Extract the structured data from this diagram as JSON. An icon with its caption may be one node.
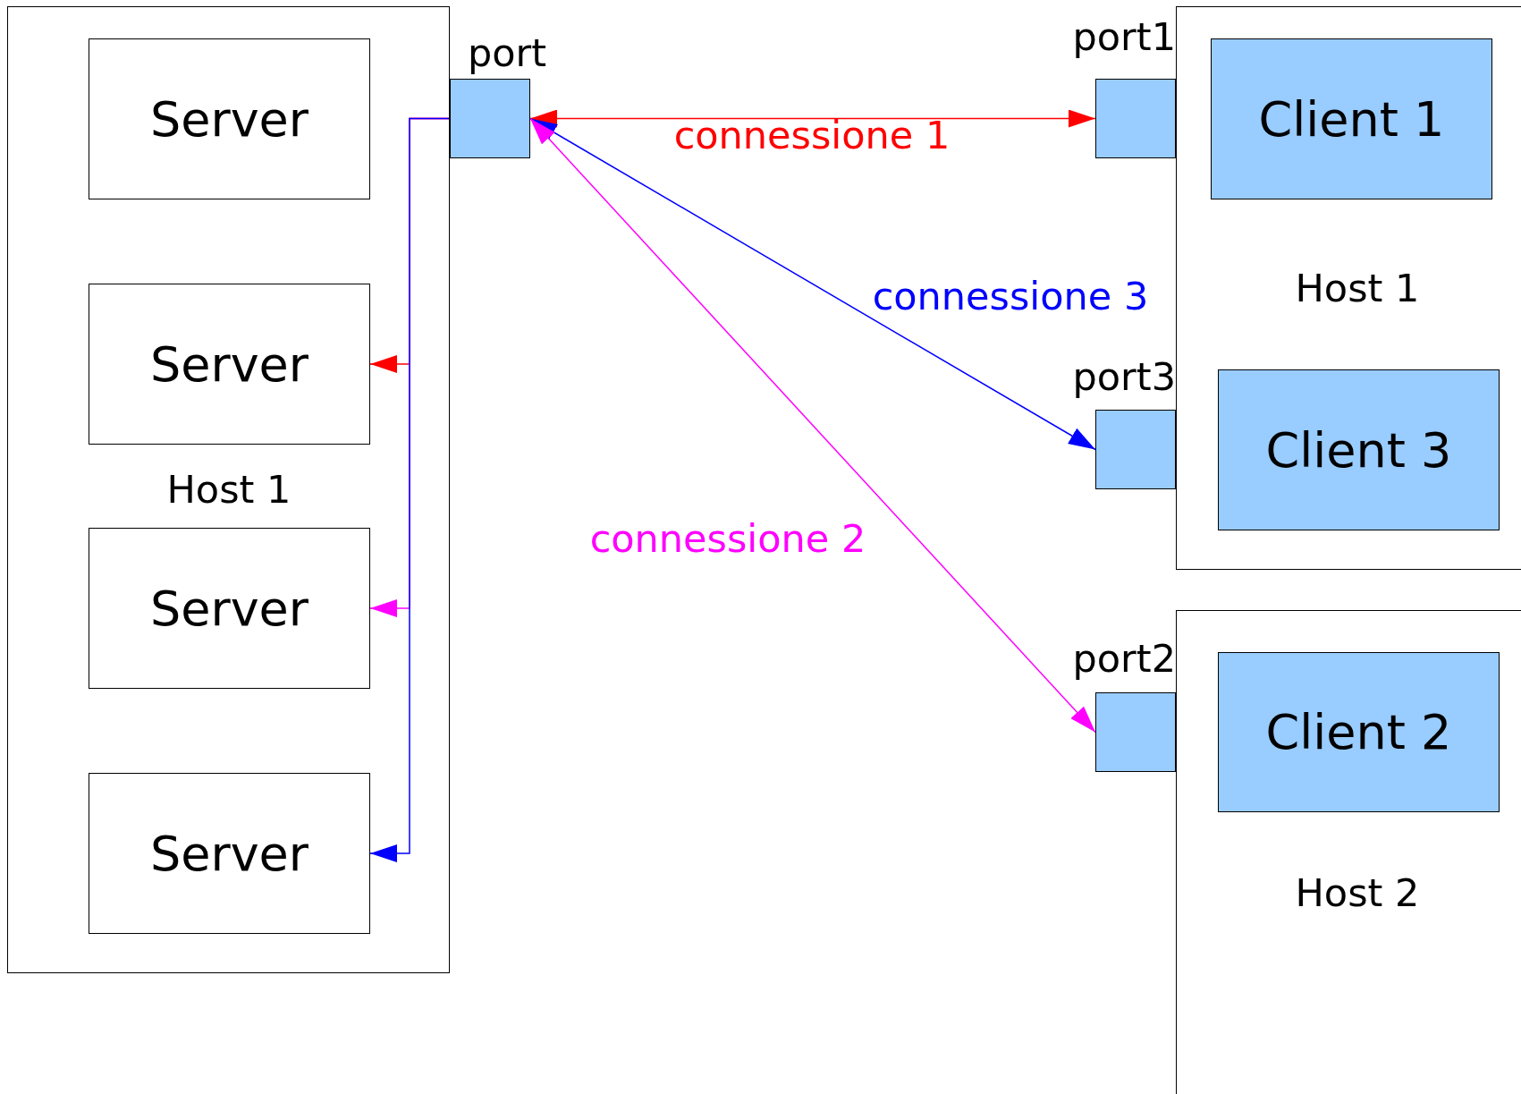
{
  "diagram": {
    "nodes": [
      {
        "text": [
          "Host 1"
        ]
      },
      {
        "text": [
          "Server"
        ],
        "in": 0
      },
      {
        "text": [
          "Server"
        ],
        "in": 0
      },
      {
        "text": [
          "Server"
        ],
        "in": 0
      },
      {
        "text": [
          "Server"
        ],
        "in": 0
      },
      {
        "text": [
          "port"
        ]
      },
      {
        "text": [
          "Host 1"
        ]
      },
      {
        "text": [
          "Client 1"
        ],
        "in": 6
      },
      {
        "text": [
          "Client 3"
        ],
        "in": 6
      },
      {
        "text": [
          "port1"
        ]
      },
      {
        "text": [
          "port3"
        ]
      },
      {
        "text": [
          "Host 2"
        ]
      },
      {
        "text": [
          "Client 2"
        ],
        "in": 11
      },
      {
        "text": [
          "port2"
        ]
      }
    ],
    "edges": [
      {
        "from": 5,
        "to": 9,
        "arrow": "both",
        "label": "connessione 1",
        "color": "#ff0000"
      },
      {
        "from": 5,
        "to": 10,
        "arrow": "both",
        "label": "connessione 3",
        "color": "#0000ff"
      },
      {
        "from": 5,
        "to": 13,
        "arrow": "both",
        "label": "connessione 2",
        "color": "#ff00ff"
      },
      {
        "from": 5,
        "to": 2,
        "arrow": "to",
        "color": "#ff0000"
      },
      {
        "from": 5,
        "to": 3,
        "arrow": "to",
        "color": "#ff00ff"
      },
      {
        "from": 5,
        "to": 4,
        "arrow": "to",
        "color": "#0000ff"
      }
    ]
  }
}
